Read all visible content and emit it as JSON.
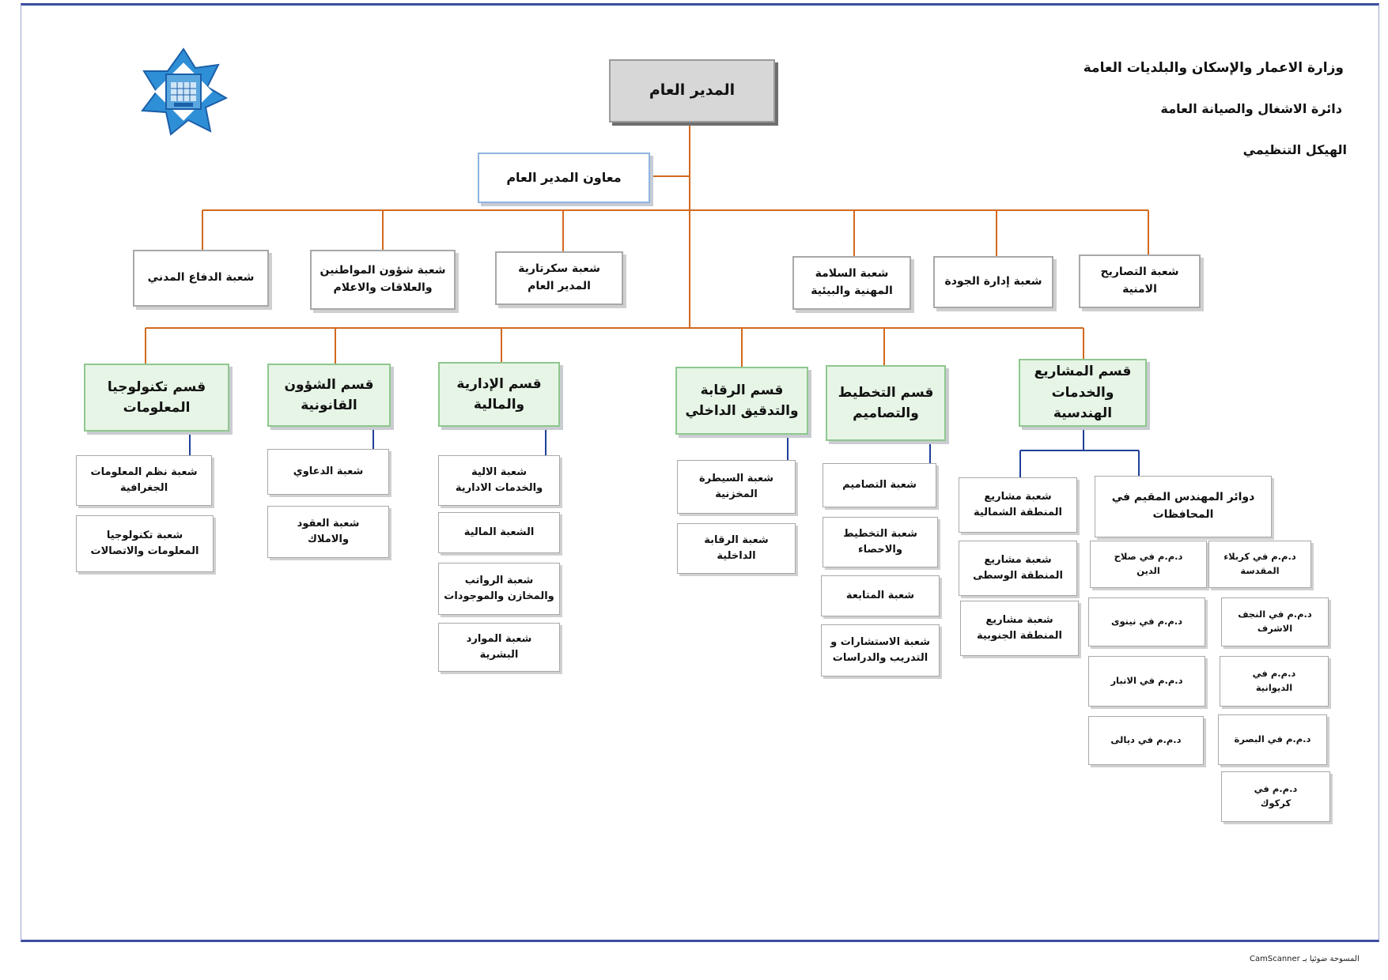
{
  "header": {
    "ministry": "وزارة الاعمار والإسكان والبلديات العامة",
    "directorate": "دائرة الاشغال والصيانة العامة",
    "chart_title": "الهيكل التنظيمي"
  },
  "top": {
    "director": "المدير العام",
    "deputy": "معاون المدير العام"
  },
  "staff_units": [
    {
      "line1": "شعبة التصاريح",
      "line2": "الامنية"
    },
    {
      "line1": "شعبة إدارة الجودة",
      "line2": ""
    },
    {
      "line1": "شعبة السلامة",
      "line2": "المهنية والبيئية"
    },
    {
      "line1": "شعبة سكرتارية",
      "line2": "المدير العام"
    },
    {
      "line1": "شعبة شؤون المواطنين",
      "line2": "والعلاقات والاعلام"
    },
    {
      "line1": "شعبة الدفاع المدني",
      "line2": ""
    }
  ],
  "departments": [
    {
      "line1": "قسم المشاريع",
      "line2": "والخدمات الهندسية",
      "sections": [
        {
          "line1": "دوائر المهندس المقيم في",
          "line2": "المحافظات"
        },
        {
          "line1": "شعبة مشاريع",
          "line2": "المنطقة الشمالية"
        },
        {
          "line1": "شعبة مشاريع",
          "line2": "المنطقة الوسطى"
        },
        {
          "line1": "شعبة مشاريع",
          "line2": "المنطقة الجنوبية"
        }
      ],
      "resident_offices": [
        {
          "line1": "د.م.م في صلاح",
          "line2": "الدين"
        },
        {
          "line1": "د.م.م في كربلاء",
          "line2": "المقدسة"
        },
        {
          "line1": "د.م.م في نينوى",
          "line2": ""
        },
        {
          "line1": "د.م.م في النجف",
          "line2": "الاشرف"
        },
        {
          "line1": "د.م.م في الانبار",
          "line2": ""
        },
        {
          "line1": "د.م.م في",
          "line2": "الديوانية"
        },
        {
          "line1": "د.م.م في ديالى",
          "line2": ""
        },
        {
          "line1": "د.م.م في البصرة",
          "line2": ""
        },
        {
          "line1": "د.م.م في",
          "line2": "كركوك"
        }
      ]
    },
    {
      "line1": "قسم التخطيط",
      "line2": "والتصاميم",
      "sections": [
        {
          "line1": "شعبة التصاميم",
          "line2": ""
        },
        {
          "line1": "شعبة التخطيط",
          "line2": "والاحصاء"
        },
        {
          "line1": "شعبة المتابعة",
          "line2": ""
        },
        {
          "line1": "شعبة الاستشارات و",
          "line2": "التدريب والدراسات"
        }
      ]
    },
    {
      "line1": "قسم الرقابة",
      "line2": "والتدقيق الداخلي",
      "sections": [
        {
          "line1": "شعبة السيطرة",
          "line2": "المخزنية"
        },
        {
          "line1": "شعبة الرقابة",
          "line2": "الداخلية"
        }
      ]
    },
    {
      "line1": "قسم الإدارية",
      "line2": "والمالية",
      "sections": [
        {
          "line1": "شعبة الالية",
          "line2": "والخدمات الادارية"
        },
        {
          "line1": "الشعبة المالية",
          "line2": ""
        },
        {
          "line1": "شعبة الرواتب",
          "line2": "والمخازن والموجودات"
        },
        {
          "line1": "شعبة الموارد",
          "line2": "البشرية"
        }
      ]
    },
    {
      "line1": "قسم الشؤون",
      "line2": "القانونية",
      "sections": [
        {
          "line1": "شعبة الدعاوي",
          "line2": ""
        },
        {
          "line1": "شعبة العقود",
          "line2": "والاملاك"
        }
      ]
    },
    {
      "line1": "قسم تكنولوجيا",
      "line2": "المعلومات",
      "sections": [
        {
          "line1": "شعبة نظم المعلومات",
          "line2": "الجغرافية"
        },
        {
          "line1": "شعبة تكنولوجيا",
          "line2": "المعلومات والاتصالات"
        }
      ]
    }
  ],
  "footer": "المسوحة ضوئيا بـ CamScanner",
  "colors": {
    "connector_main": "#d2691e",
    "connector_sub": "#1f3f9a",
    "frame": "#3a4ea0",
    "department_fill": "#e6f5e6",
    "director_fill": "#d7d7d7"
  }
}
